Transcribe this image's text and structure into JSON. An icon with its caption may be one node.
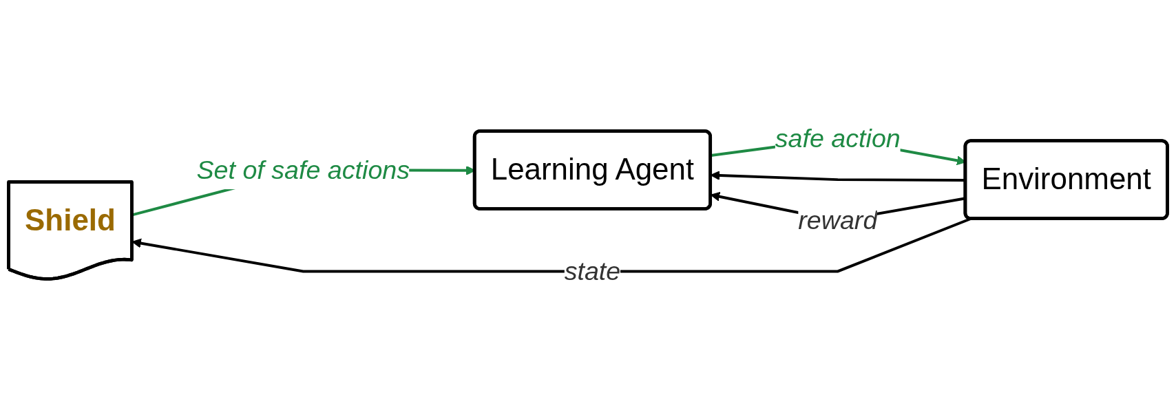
{
  "diagram": {
    "nodes": [
      {
        "text": [
          "Shield"
        ]
      },
      {
        "text": [
          "Environment"
        ]
      },
      {
        "text": [
          "Learning Agent"
        ]
      }
    ],
    "edges": [
      {
        "from": 1,
        "to": 0,
        "arrow": "to",
        "label": "state"
      },
      {
        "from": 1,
        "to": 2,
        "arrow": "to"
      },
      {
        "from": 1,
        "to": 2,
        "arrow": "to",
        "label": "reward"
      },
      {
        "from": 0,
        "to": 2,
        "arrow": "to",
        "label": "Set of safe actions",
        "color": "#1e8a44"
      },
      {
        "from": 2,
        "to": 1,
        "arrow": "to",
        "label": "safe action",
        "color": "#1e8a44"
      }
    ]
  }
}
